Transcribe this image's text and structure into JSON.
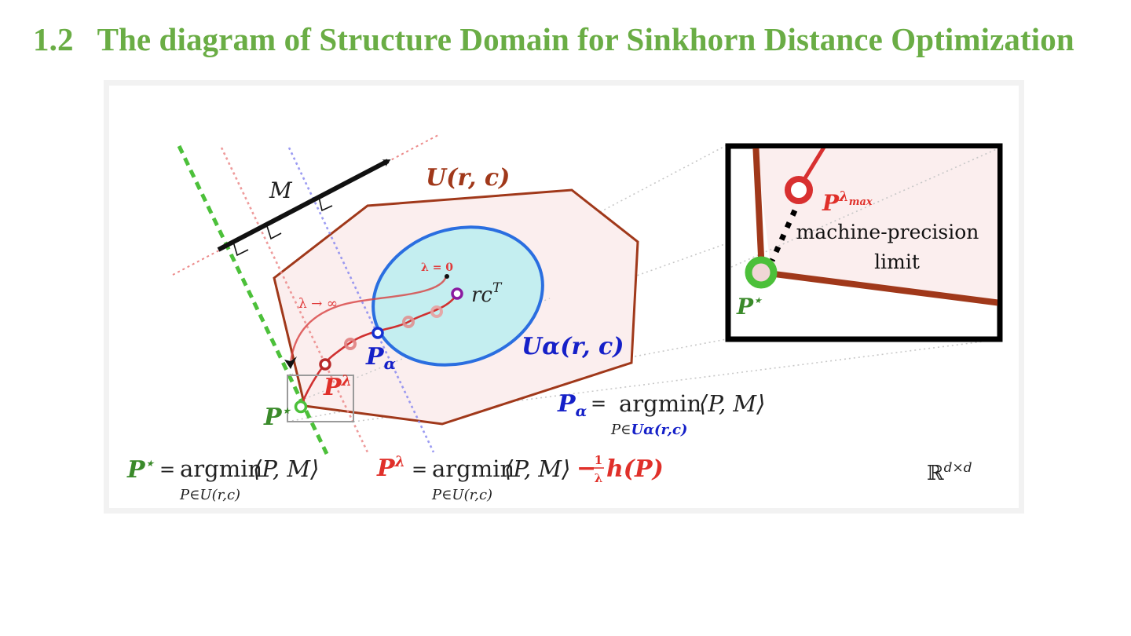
{
  "heading": {
    "number": "1.2",
    "title": "The diagram of Structure Domain for Sinkhorn Distance Optimization"
  },
  "colors": {
    "heading_green": "#6aad45",
    "polytope_stroke": "#a0381a",
    "polytope_fill": "#fbeeee",
    "ellipse_fill": "#c4eef0",
    "ellipse_stroke": "#2a6ee0",
    "optimal_green": "#3a8a2a",
    "entropic_red": "#e0302a",
    "alpha_blue": "#1520c8",
    "purple": "#8a1aa0",
    "frame_gray": "#f2f2f2"
  },
  "diagram": {
    "labels": {
      "cost_vector": "M",
      "polytope": "U(r, c)",
      "ellipse": "Uα(r, c)",
      "lambda_zero": "λ = 0",
      "lambda_infinity": "λ → ∞",
      "rc_transpose": "rc",
      "rc_sup": "T",
      "p_alpha": "P",
      "p_alpha_sub": "α",
      "p_lambda": "P",
      "p_lambda_sup": "λ",
      "p_star": "P",
      "p_star_sup": "⋆",
      "space": "ℝ",
      "space_sup": "d×d"
    },
    "inset": {
      "p_lambda_max": "P",
      "p_lambda_max_sup": "λ",
      "p_lambda_max_supsub": "max",
      "note_line1": "machine-precision",
      "note_line2": "limit",
      "p_star": "P",
      "p_star_sup": "⋆"
    },
    "equations": {
      "p_star": {
        "lhs": "P",
        "lhs_sup": "⋆",
        "eq": "=",
        "op": "argmin",
        "sub": "P∈U(r,c)",
        "body": "⟨P, M⟩"
      },
      "p_lambda": {
        "lhs": "P",
        "lhs_sup": "λ",
        "eq": "=",
        "op": "argmin",
        "sub": "P∈U(r,c)",
        "body": "⟨P, M⟩",
        "reg_minus": "−",
        "reg_num": "1",
        "reg_den": "λ",
        "reg_term": "h(P)"
      },
      "p_alpha": {
        "lhs": "P",
        "lhs_sub": "α",
        "eq": "=",
        "op": "argmin",
        "sub_prefix": "P∈",
        "sub_set": "Uα(r,c)",
        "body": "⟨P, M⟩"
      }
    }
  }
}
